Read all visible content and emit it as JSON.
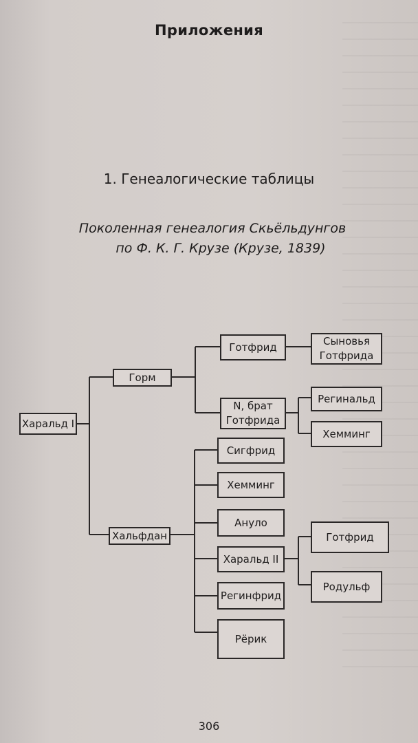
{
  "header": {
    "title": "Приложения"
  },
  "section": {
    "heading": "1. Генеалогические таблицы"
  },
  "caption": {
    "line1": "Поколенная генеалогия Скьёльдунгов",
    "line2": "по Ф. К. Г. Крузе (Крузе, 1839)"
  },
  "tree": {
    "nodes": {
      "harald1": "Харальд I",
      "gorm": "Горм",
      "halfdan": "Хальфдан",
      "gotfrid": "Готфрид",
      "n_brat_line1": "N, брат",
      "n_brat_line2": "Готфрида",
      "synovya_line1": "Сыновья",
      "synovya_line2": "Готфрида",
      "reginald": "Регинальд",
      "hemming1": "Хемминг",
      "sigfrid": "Сигфрид",
      "hemming2": "Хемминг",
      "anulo": "Ануло",
      "harald2": "Харальд II",
      "reginfrid": "Регинфрид",
      "rerik": "Рёрик",
      "gotfrid2": "Готфрид",
      "rodulf": "Родульф"
    }
  },
  "footer": {
    "page_number": "306"
  }
}
